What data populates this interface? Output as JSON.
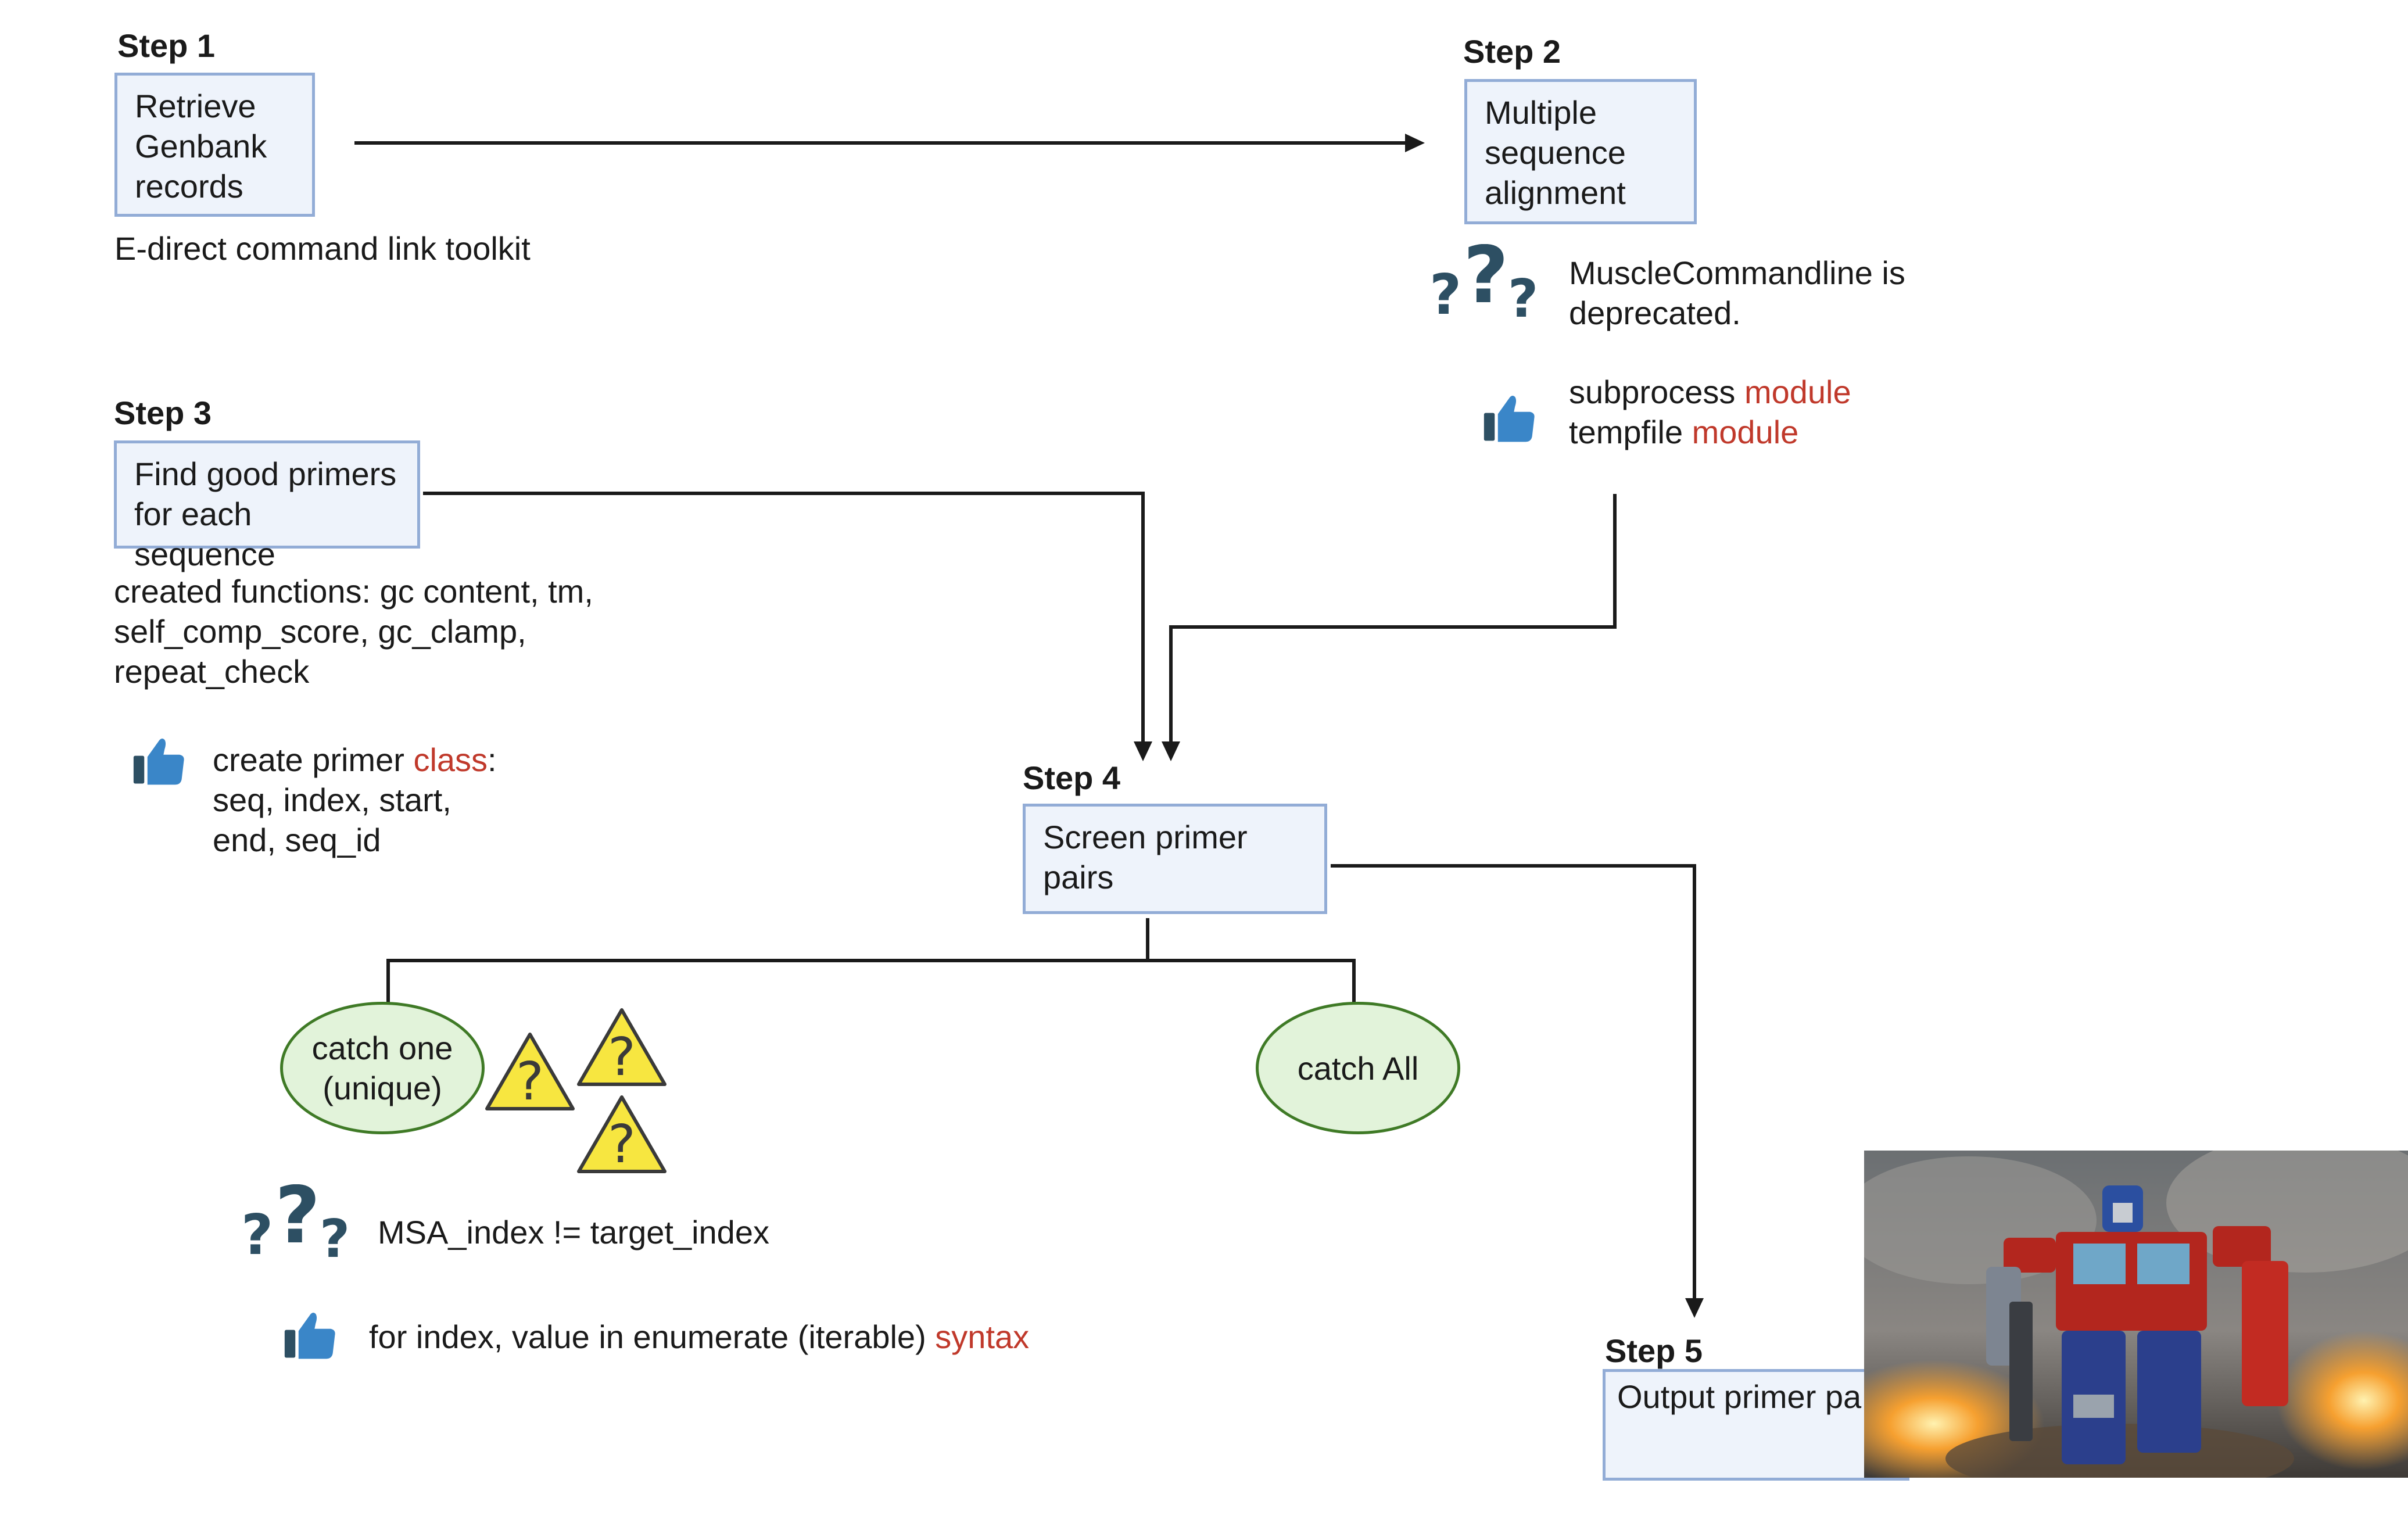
{
  "step1": {
    "label": "Step 1",
    "box": [
      "Retrieve",
      "Genbank",
      "records"
    ],
    "note": "E-direct command link toolkit"
  },
  "step2": {
    "label": "Step 2",
    "box": [
      "Multiple",
      "sequence",
      "alignment"
    ],
    "question": [
      "MuscleCommandline is",
      "deprecated."
    ],
    "tip": {
      "line1_a": "subprocess ",
      "line1_b": "module",
      "line2_a": "tempfile ",
      "line2_b": "module"
    }
  },
  "step3": {
    "label": "Step 3",
    "box": [
      "Find good primers",
      "for each sequence"
    ],
    "note": [
      "created functions: gc content, tm,",
      "self_comp_score, gc_clamp,",
      "repeat_check"
    ],
    "tip": {
      "a": "create primer ",
      "b": "class",
      "c": ":",
      "line2": "seq, index, start,",
      "line3": "end, seq_id"
    }
  },
  "step4": {
    "label": "Step 4",
    "box": [
      "Screen primer",
      "pairs"
    ]
  },
  "step5": {
    "label": "Step 5",
    "box": [
      "Output primer pa"
    ]
  },
  "catch_one": [
    "catch one",
    "(unique)"
  ],
  "catch_all": "catch All",
  "msa_question": "MSA_index != target_index",
  "enum_tip": {
    "a": "for index, value in enumerate (iterable) ",
    "b": "syntax"
  },
  "colors": {
    "box_fill": "#eef3fb",
    "box_border": "#92acd6",
    "oval_fill": "#e2f3da",
    "oval_border": "#3f7a26",
    "accent_red": "#c0392b",
    "icon_blue": "#3a86c8",
    "icon_dark": "#2d4f63",
    "warning": "#f7e640"
  },
  "icons": [
    "question-marks-icon",
    "thumbs-up-icon",
    "warning-icon",
    "robot-photo"
  ]
}
